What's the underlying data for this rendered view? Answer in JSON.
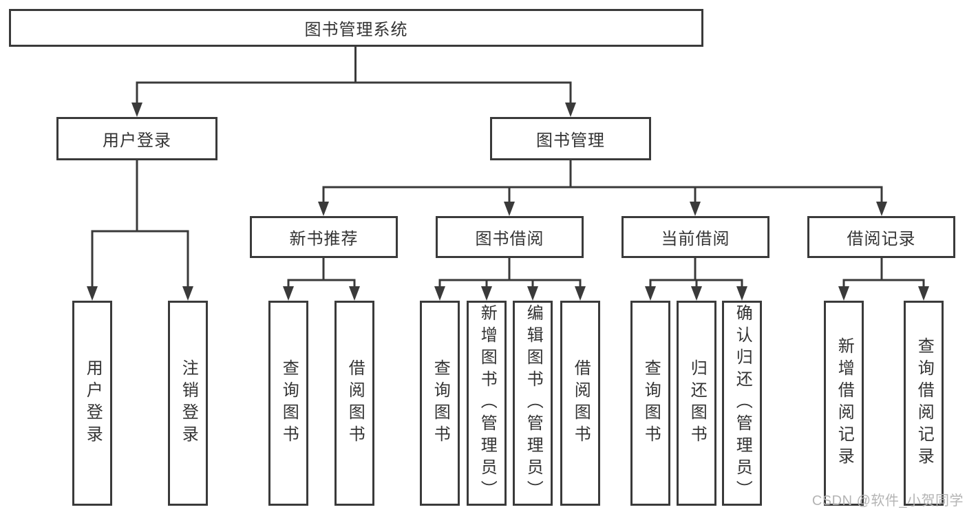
{
  "tree": {
    "root": {
      "label": "图书管理系统",
      "children": [
        {
          "label": "用户登录",
          "children": [
            {
              "label": "用户登录"
            },
            {
              "label": "注销登录"
            }
          ]
        },
        {
          "label": "图书管理",
          "children": [
            {
              "label": "新书推荐",
              "children": [
                {
                  "label": "查询图书"
                },
                {
                  "label": "借阅图书"
                }
              ]
            },
            {
              "label": "图书借阅",
              "children": [
                {
                  "label": "查询图书"
                },
                {
                  "label": "新增图书（管理员）"
                },
                {
                  "label": "编辑图书（管理员）"
                },
                {
                  "label": "借阅图书"
                }
              ]
            },
            {
              "label": "当前借阅",
              "children": [
                {
                  "label": "查询图书"
                },
                {
                  "label": "归还图书"
                },
                {
                  "label": "确认归还（管理员）"
                }
              ]
            },
            {
              "label": "借阅记录",
              "children": [
                {
                  "label": "新增借阅记录"
                },
                {
                  "label": "查询借阅记录"
                }
              ]
            }
          ]
        }
      ]
    }
  },
  "watermark": {
    "text": "CSDN @软件_小贺同学"
  },
  "colors": {
    "line": "#3a3a3a",
    "text": "#333333",
    "watermark": "#b4b4b4",
    "background": "#ffffff"
  }
}
